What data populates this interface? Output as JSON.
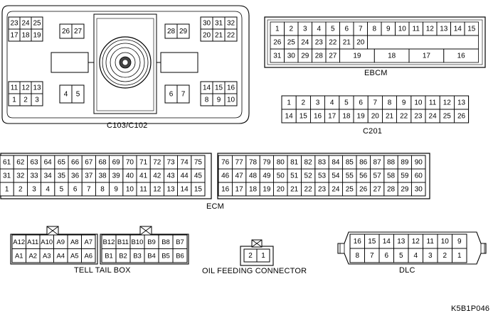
{
  "labels": {
    "c103": "C103/C102",
    "ebcm": "EBCM",
    "c201": "C201",
    "ecm": "ECM",
    "tell_tail": "TELL TAIL BOX",
    "oil": "OIL FEEDING CONNECTOR",
    "dlc": "DLC",
    "code": "K5B1P046"
  },
  "connectors": {
    "c103_tl": [
      [
        "23",
        "24",
        "25"
      ],
      [
        "17",
        "18",
        "19"
      ]
    ],
    "c103_tm": [
      [
        "26",
        "27"
      ]
    ],
    "c103_tr1": [
      [
        "28",
        "29"
      ]
    ],
    "c103_tr2": [
      [
        "30",
        "31",
        "32"
      ],
      [
        "20",
        "21",
        "22"
      ]
    ],
    "c103_bl": [
      [
        "11",
        "12",
        "13"
      ],
      [
        "1",
        "2",
        "3"
      ]
    ],
    "c103_bl2": [
      [
        "4",
        "5"
      ]
    ],
    "c103_br1": [
      [
        "6",
        "7"
      ]
    ],
    "c103_br2": [
      [
        "14",
        "15",
        "16"
      ],
      [
        "8",
        "9",
        "10"
      ]
    ],
    "ebcm_top": [
      "1",
      "2",
      "3",
      "4",
      "5",
      "6",
      "7",
      "8",
      "9",
      "10",
      "11",
      "12",
      "13",
      "14",
      "15"
    ],
    "ebcm_mid": [
      "26",
      "25",
      "24",
      "23",
      "22",
      "21",
      "20"
    ],
    "ebcm_bot_small": [
      "31",
      "30",
      "29",
      "28",
      "27"
    ],
    "ebcm_bot_large": [
      "19",
      "18",
      "17",
      "16"
    ],
    "c201": [
      [
        "1",
        "2",
        "3",
        "4",
        "5",
        "6",
        "7",
        "8",
        "9",
        "10",
        "11",
        "12",
        "13"
      ],
      [
        "14",
        "15",
        "16",
        "17",
        "18",
        "19",
        "20",
        "21",
        "22",
        "23",
        "24",
        "25",
        "26"
      ]
    ],
    "ecm_left": [
      [
        "61",
        "62",
        "63",
        "64",
        "65",
        "66",
        "67",
        "68",
        "69",
        "70",
        "71",
        "72",
        "73",
        "74",
        "75"
      ],
      [
        "31",
        "32",
        "33",
        "34",
        "35",
        "36",
        "37",
        "38",
        "39",
        "40",
        "41",
        "42",
        "43",
        "44",
        "45"
      ],
      [
        "1",
        "2",
        "3",
        "4",
        "5",
        "6",
        "7",
        "8",
        "9",
        "10",
        "11",
        "12",
        "13",
        "14",
        "15"
      ]
    ],
    "ecm_right": [
      [
        "76",
        "77",
        "78",
        "79",
        "80",
        "81",
        "82",
        "83",
        "84",
        "85",
        "86",
        "87",
        "88",
        "89",
        "90"
      ],
      [
        "46",
        "47",
        "48",
        "49",
        "50",
        "51",
        "52",
        "53",
        "54",
        "55",
        "56",
        "57",
        "58",
        "59",
        "60"
      ],
      [
        "16",
        "17",
        "18",
        "19",
        "20",
        "21",
        "22",
        "23",
        "24",
        "25",
        "26",
        "27",
        "28",
        "29",
        "30"
      ]
    ],
    "ttb_a": [
      [
        "A12",
        "A11",
        "A10",
        "A9",
        "A8",
        "A7"
      ],
      [
        "A1",
        "A2",
        "A3",
        "A4",
        "A5",
        "A6"
      ]
    ],
    "ttb_b": [
      [
        "B12",
        "B11",
        "B10",
        "B9",
        "B8",
        "B7"
      ],
      [
        "B1",
        "B2",
        "B3",
        "B4",
        "B5",
        "B6"
      ]
    ],
    "oil": [
      [
        "2",
        "1"
      ]
    ],
    "dlc": [
      [
        "16",
        "15",
        "14",
        "13",
        "12",
        "11",
        "10",
        "9"
      ],
      [
        "8",
        "7",
        "6",
        "5",
        "4",
        "3",
        "2",
        "1"
      ]
    ]
  }
}
